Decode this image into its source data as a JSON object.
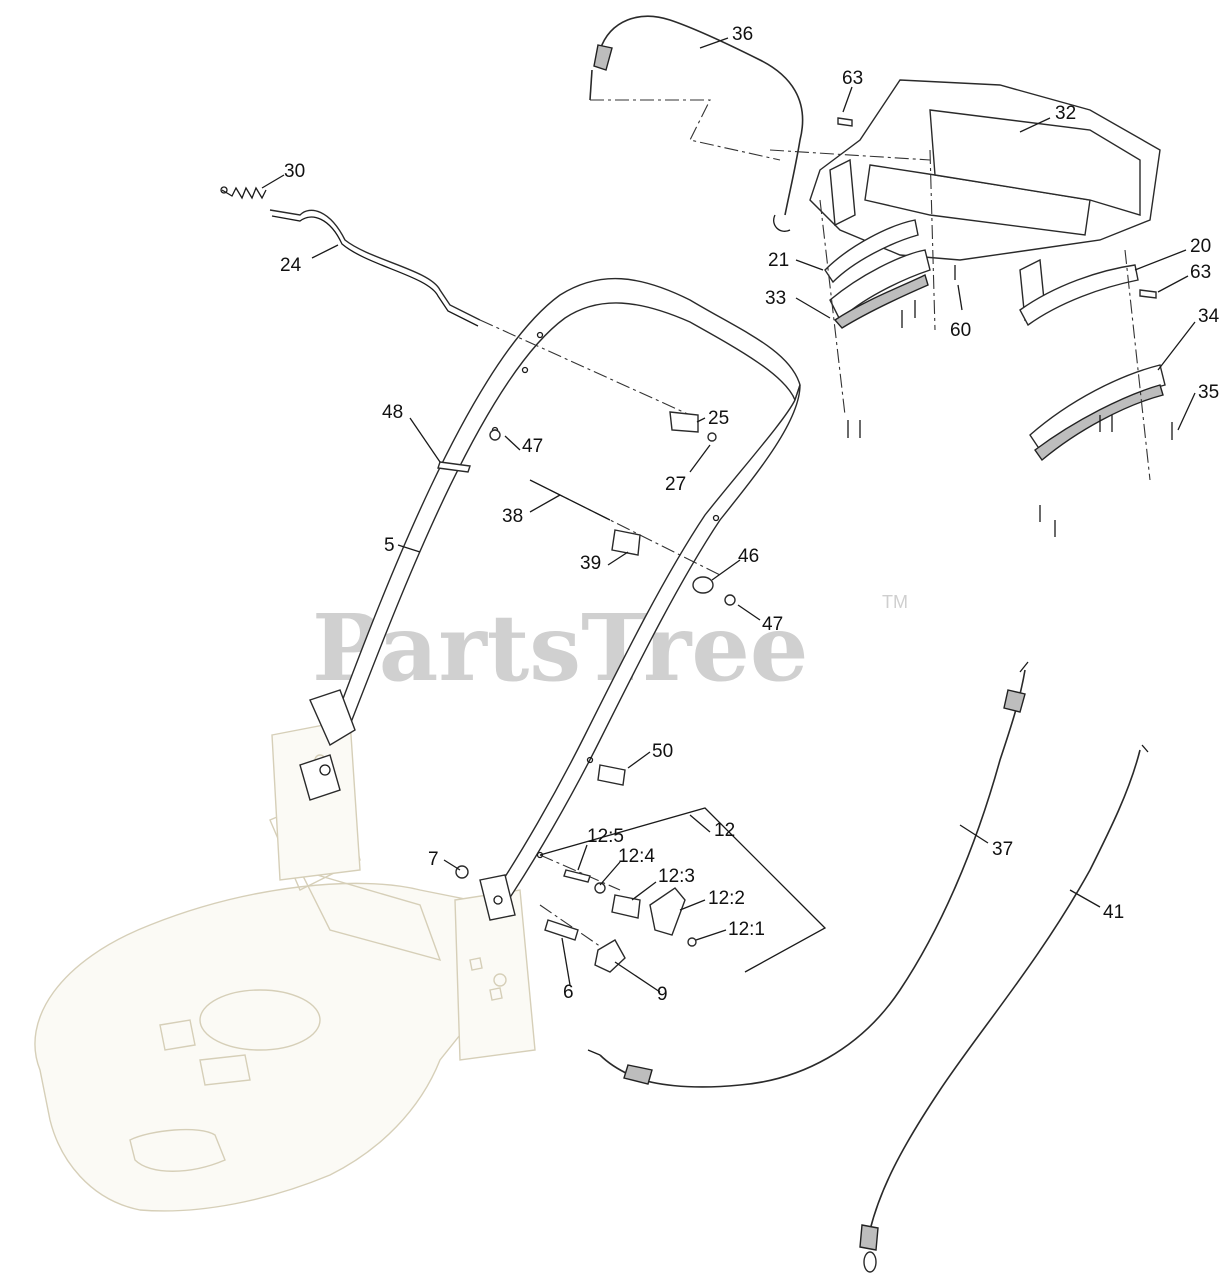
{
  "watermark": {
    "text": "PartsTree",
    "trademark": "TM"
  },
  "callouts": [
    {
      "id": "36",
      "label": "36"
    },
    {
      "id": "63a",
      "label": "63"
    },
    {
      "id": "32",
      "label": "32"
    },
    {
      "id": "30",
      "label": "30"
    },
    {
      "id": "24",
      "label": "24"
    },
    {
      "id": "21",
      "label": "21"
    },
    {
      "id": "20",
      "label": "20"
    },
    {
      "id": "63b",
      "label": "63"
    },
    {
      "id": "33",
      "label": "33"
    },
    {
      "id": "60",
      "label": "60"
    },
    {
      "id": "34",
      "label": "34"
    },
    {
      "id": "35",
      "label": "35"
    },
    {
      "id": "48",
      "label": "48"
    },
    {
      "id": "25",
      "label": "25"
    },
    {
      "id": "47a",
      "label": "47"
    },
    {
      "id": "27",
      "label": "27"
    },
    {
      "id": "38",
      "label": "38"
    },
    {
      "id": "5",
      "label": "5"
    },
    {
      "id": "46",
      "label": "46"
    },
    {
      "id": "39",
      "label": "39"
    },
    {
      "id": "47b",
      "label": "47"
    },
    {
      "id": "50",
      "label": "50"
    },
    {
      "id": "12",
      "label": "12"
    },
    {
      "id": "12-5",
      "label": "12:5"
    },
    {
      "id": "12-4",
      "label": "12:4"
    },
    {
      "id": "7",
      "label": "7"
    },
    {
      "id": "12-3",
      "label": "12:3"
    },
    {
      "id": "12-2",
      "label": "12:2"
    },
    {
      "id": "12-1",
      "label": "12:1"
    },
    {
      "id": "6",
      "label": "6"
    },
    {
      "id": "9",
      "label": "9"
    },
    {
      "id": "37",
      "label": "37"
    },
    {
      "id": "41",
      "label": "41"
    }
  ]
}
